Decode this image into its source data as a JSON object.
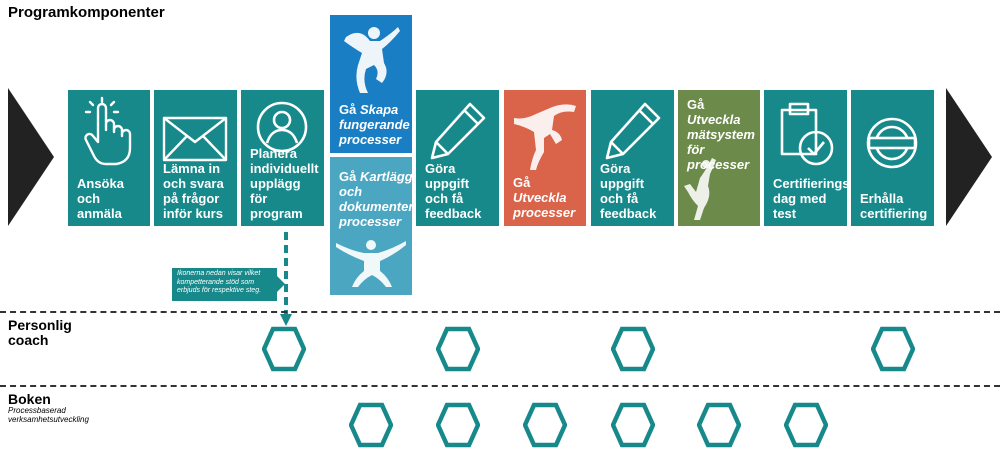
{
  "title": "Programkomponenter",
  "steps": [
    {
      "label": "Ansöka och anmäla",
      "icon": "hand-pointer-icon"
    },
    {
      "label": "Lämna in och svara på frågor inför kurs",
      "icon": "envelope-icon"
    },
    {
      "label": "Planera individuellt upplägg för program",
      "icon": "user-icon"
    },
    {
      "label": "Göra uppgift och få feedback",
      "icon": "pencil-icon"
    },
    {
      "label": "Göra uppgift och få feedback",
      "icon": "pencil-icon"
    },
    {
      "label": "Certifierings-dag med test",
      "icon": "clipboard-check-icon"
    },
    {
      "label": "Erhålla certifiering",
      "icon": "certification-seal-icon"
    }
  ],
  "skapa": {
    "pre": "Gå ",
    "em": "Skapa fungerande processer"
  },
  "kartlagga": {
    "pre": "Gå ",
    "em": "Kartlägga och dokumentera processer"
  },
  "utveckla": {
    "pre": "Gå ",
    "em": "Utveckla processer"
  },
  "matsystem": {
    "pre": "Gå ",
    "em": "Utveckla mätsystem för processer"
  },
  "note": "Ikonerna nedan visar vilket kompetterande stöd som erbjuds för respektive steg.",
  "rows": {
    "coach": "Personlig coach",
    "boken": "Boken",
    "boken_sub": "Processbaserad verksamhetsutveckling"
  },
  "colors": {
    "teal": "#17898a",
    "blue": "#1a7ec4",
    "light_blue": "#4ba6c2",
    "orange": "#d9644a",
    "green": "#6c8a4a",
    "dark": "#222222"
  }
}
